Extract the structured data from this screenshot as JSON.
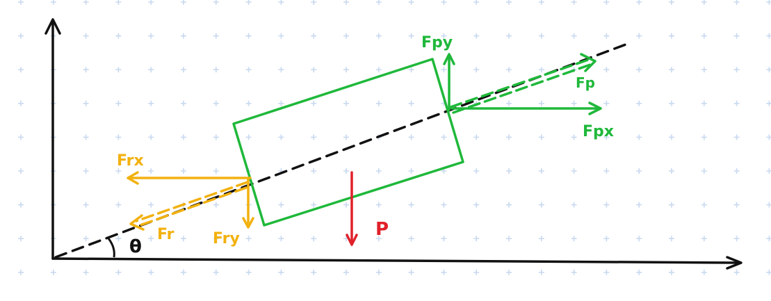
{
  "colors": {
    "grid": "#c9d9ef",
    "axis": "#111111",
    "green": "#1fb83a",
    "orange": "#f2b10f",
    "red": "#e1202a",
    "dash": "#111111"
  },
  "labels": {
    "theta": "θ",
    "fpy": "Fpy",
    "fp": "Fp",
    "fpx": "Fpx",
    "frx": "Frx",
    "fr": "Fr",
    "fry": "Fry",
    "p": "P"
  }
}
